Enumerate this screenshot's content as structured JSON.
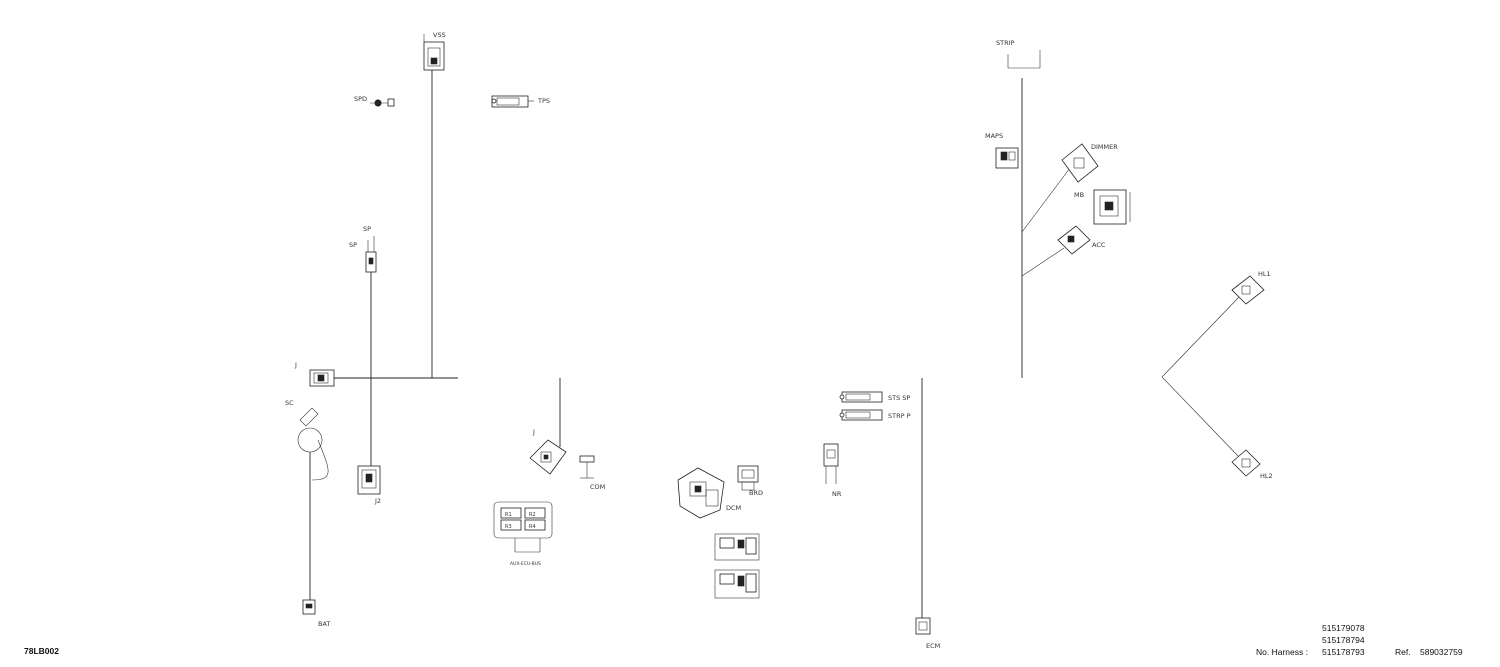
{
  "figure_code": "78LB002",
  "harness_label": "No. Harness :",
  "harness_numbers": [
    "515179078",
    "515178794",
    "515178793"
  ],
  "ref_label": "Ref.",
  "ref_value": "589032759",
  "connector_labels": {
    "vss": "VSS",
    "spd": "SPD",
    "tps": "TPS",
    "sp": "SP",
    "sp_pin": "SP",
    "j1": "J",
    "sc": "SC",
    "j2": "J2",
    "bat": "BAT",
    "j3": "J",
    "com": "COM",
    "relay_note": "AUX-ECU-BUS",
    "dcm": "DCM",
    "brd": "BRD",
    "sts": "STS SP",
    "strp": "STRP P",
    "nr": "NR",
    "ecm": "ECM",
    "strip": "STRIP",
    "maps": "MAPS",
    "dimmer": "DIMMER",
    "mb": "MB",
    "acc": "ACC",
    "hl1": "HL1",
    "hl2": "HL2",
    "r1": "R1",
    "r2": "R2",
    "r3": "R3",
    "r4": "R4"
  }
}
